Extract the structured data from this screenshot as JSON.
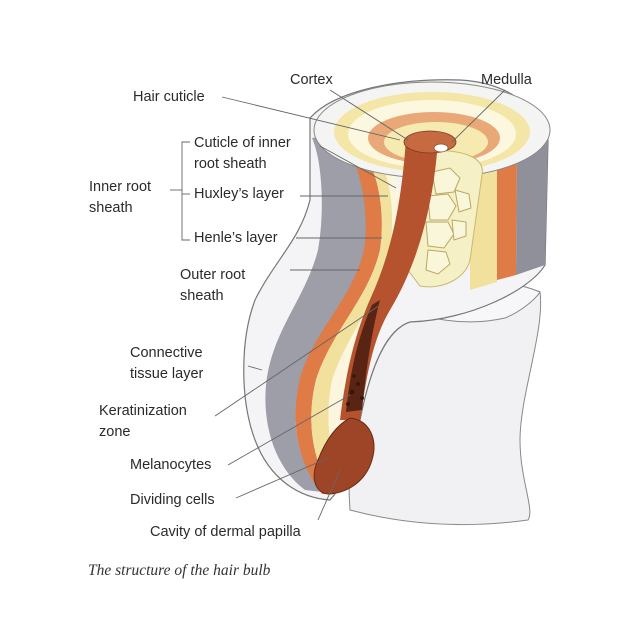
{
  "labels": {
    "cortex": "Cortex",
    "medulla": "Medulla",
    "hair_cuticle": "Hair cuticle",
    "cuticle_inner_1": "Cuticle of inner",
    "cuticle_inner_2": "root sheath",
    "inner_root_1": "Inner root",
    "inner_root_2": "sheath",
    "huxley": "Huxley’s layer",
    "henle": "Henle’s layer",
    "outer_root_1": "Outer root",
    "outer_root_2": "sheath",
    "connective_1": "Connective",
    "connective_2": "tissue layer",
    "keratinization_1": "Keratinization",
    "keratinization_2": "zone",
    "melanocytes": "Melanocytes",
    "dividing": "Dividing cells",
    "cavity": "Cavity of dermal papilla"
  },
  "caption": "The structure of the hair bulb",
  "colors": {
    "outer_tissue": "#f3f3f6",
    "gray_layer": "#9a9ba4",
    "orange_layer": "#dd7a45",
    "yellow_layer": "#f0df9a",
    "hair_shaft": "#b5542f",
    "medulla_cells": "#f5efc4",
    "papilla": "#9e4528",
    "leader_line": "#666666"
  }
}
